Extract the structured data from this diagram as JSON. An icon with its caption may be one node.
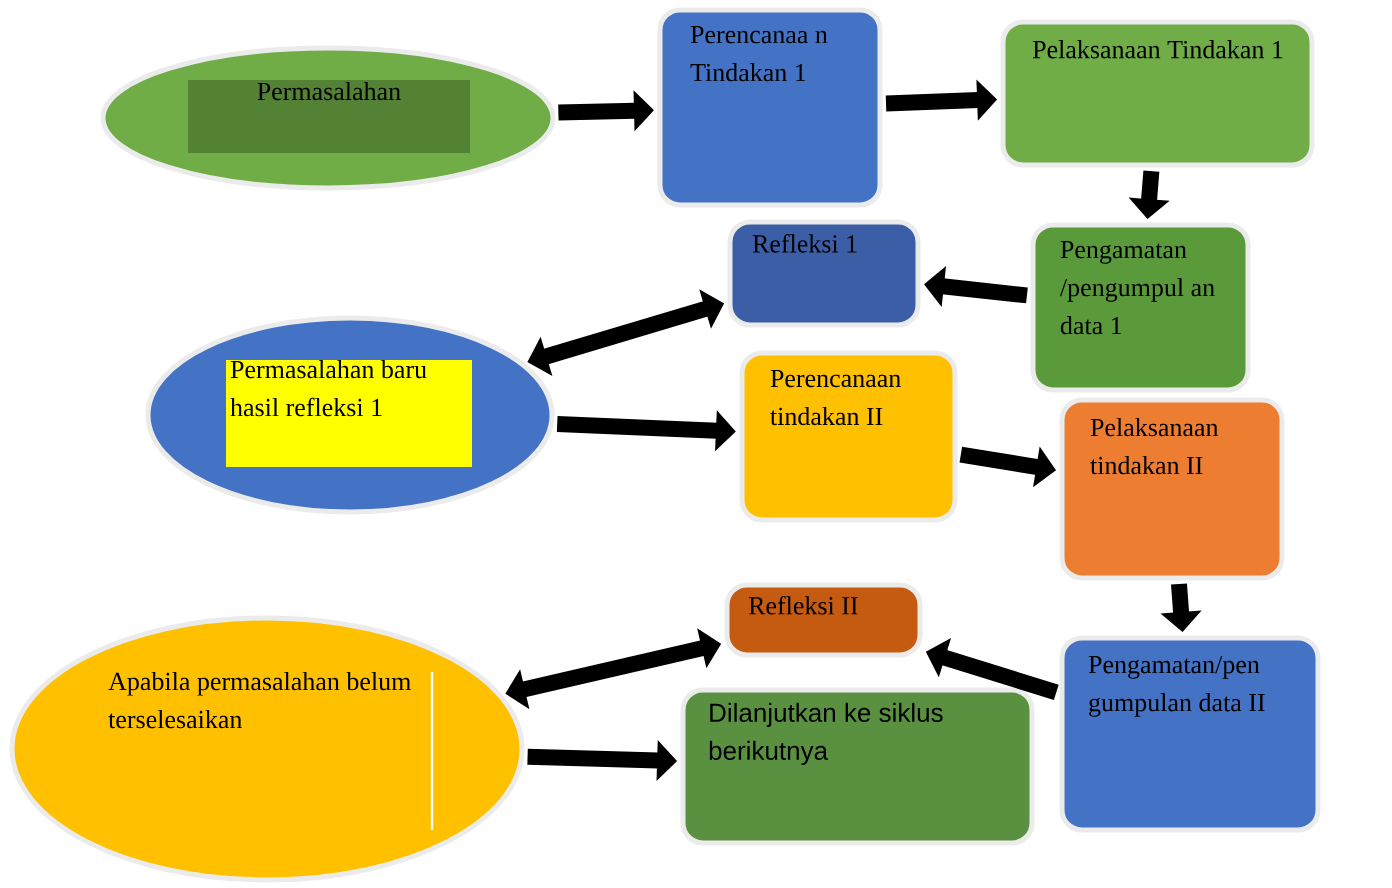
{
  "diagram": {
    "nodes": [
      {
        "text": [
          "Permasalahan"
        ]
      },
      {
        "text": [
          "Perencanaa n Tindakan 1"
        ]
      },
      {
        "text": [
          "Pelaksanaan Tindakan 1"
        ]
      },
      {
        "text": [
          "Pengamatan /pengumpul an data 1"
        ]
      },
      {
        "text": [
          "Refleksi 1"
        ]
      },
      {
        "text": [
          "Permasalahan baru hasil refleksi 1"
        ]
      },
      {
        "text": [
          "Perencanaan tindakan II"
        ]
      },
      {
        "text": [
          "Pelaksanaan tindakan II"
        ]
      },
      {
        "text": [
          "Pengamatan/pen gumpulan data II"
        ]
      },
      {
        "text": [
          "Refleksi II"
        ]
      },
      {
        "text": [
          "Apabila permasalahan belum terselesaikan"
        ]
      },
      {
        "text": [
          "Dilanjutkan ke siklus berikutnya"
        ]
      }
    ],
    "edges": [
      {
        "from": 0,
        "to": 1,
        "arrow": "to"
      },
      {
        "from": 1,
        "to": 2,
        "arrow": "to"
      },
      {
        "from": 2,
        "to": 3,
        "arrow": "to"
      },
      {
        "from": 3,
        "to": 4,
        "arrow": "to"
      },
      {
        "from": 4,
        "to": 5,
        "arrow": "both"
      },
      {
        "from": 5,
        "to": 6,
        "arrow": "to"
      },
      {
        "from": 6,
        "to": 7,
        "arrow": "to"
      },
      {
        "from": 7,
        "to": 8,
        "arrow": "to"
      },
      {
        "from": 8,
        "to": 9,
        "arrow": "to"
      },
      {
        "from": 9,
        "to": 10,
        "arrow": "both"
      },
      {
        "from": 10,
        "to": 11,
        "arrow": "to"
      }
    ]
  }
}
